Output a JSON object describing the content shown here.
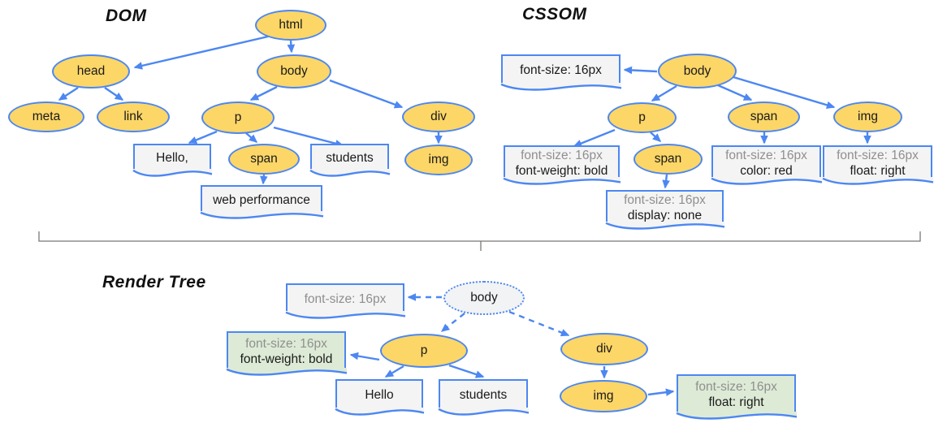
{
  "sections": {
    "dom": {
      "title": "DOM",
      "nodes": {
        "html": "html",
        "head": "head",
        "body": "body",
        "meta": "meta",
        "link": "link",
        "p": "p",
        "div": "div",
        "span": "span",
        "img": "img"
      },
      "text_nodes": {
        "hello": "Hello,",
        "students": "students",
        "webperf": "web performance"
      }
    },
    "cssom": {
      "title": "CSSOM",
      "nodes": {
        "body": "body",
        "p": "p",
        "span": "span",
        "img": "img",
        "span_in_p": "span"
      },
      "rules": {
        "body": {
          "line1": "font-size: 16px"
        },
        "p": {
          "line1": "font-size: 16px",
          "line2": "font-weight: bold"
        },
        "span": {
          "line1": "font-size: 16px",
          "line2": "color: red"
        },
        "img": {
          "line1": "font-size: 16px",
          "line2": "float: right"
        },
        "span_in_p": {
          "line1": "font-size: 16px",
          "line2": "display: none"
        }
      }
    },
    "render": {
      "title": "Render Tree",
      "nodes": {
        "body": "body",
        "p": "p",
        "div": "div",
        "img": "img"
      },
      "text_nodes": {
        "hello": "Hello",
        "students": "students"
      },
      "rules": {
        "body": {
          "line1": "font-size: 16px"
        },
        "p": {
          "line1": "font-size: 16px",
          "line2": "font-weight: bold"
        },
        "img": {
          "line1": "font-size: 16px",
          "line2": "float: right"
        }
      }
    }
  },
  "colors": {
    "yellow": "#fcd667",
    "stroke": "#4c87f2",
    "boxfill": "#f4f4f4",
    "greenfill": "#ddebd6",
    "lightfill": "#f1f3f4",
    "graytext": "#8f8f8f",
    "divider": "#7b7873"
  }
}
